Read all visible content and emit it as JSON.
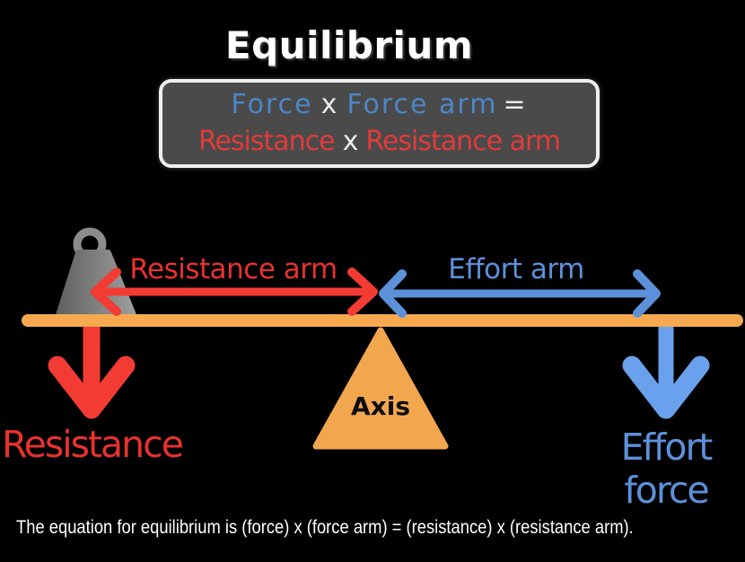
{
  "title": "Equilibrium",
  "equation_box": {
    "line1": {
      "force": "Force",
      "times": "x",
      "force_arm": "Force arm",
      "equals": "="
    },
    "line2": {
      "resistance": "Resistance",
      "times": "x",
      "resistance_arm": "Resistance arm"
    }
  },
  "diagram": {
    "resistance_arm_label": "Resistance arm",
    "effort_arm_label": "Effort arm",
    "axis_label": "Axis",
    "resistance_force_label": "Resistance",
    "effort_force_line1": "Effort",
    "effort_force_line2": "force"
  },
  "caption": "The equation for equilibrium is (force) x (force arm) = (resistance) x (resistance arm).",
  "colors": {
    "background": "#000000",
    "title_text": "#ffffff",
    "box_background": "#4a4a4a",
    "box_border": "#efefef",
    "box_blue_text": "#4c86c8",
    "box_red_text": "#e23a3a",
    "label_blue": "#5c91da",
    "label_red": "#e8322e",
    "red_arrow": "#f23b33",
    "blue_arrow_down": "#6aa1ec",
    "beam_orange": "#f7a94f",
    "triangle_orange": "#f2a74e",
    "weight_gray": "#8c8c8c",
    "axis_text": "#0d0d0d",
    "caption_text": "#ffffff"
  }
}
